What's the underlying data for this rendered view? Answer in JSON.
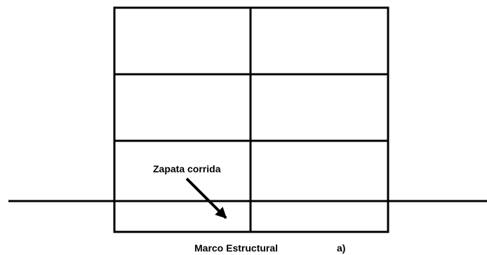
{
  "diagram": {
    "annotation": "Zapata corrida",
    "caption": "Marco Estructural",
    "panel_label": "a)",
    "frame": {
      "bays": 2,
      "levels": 3,
      "below_ground_level": true
    },
    "colors": {
      "line": "#000000",
      "background": "#ffffff"
    }
  }
}
